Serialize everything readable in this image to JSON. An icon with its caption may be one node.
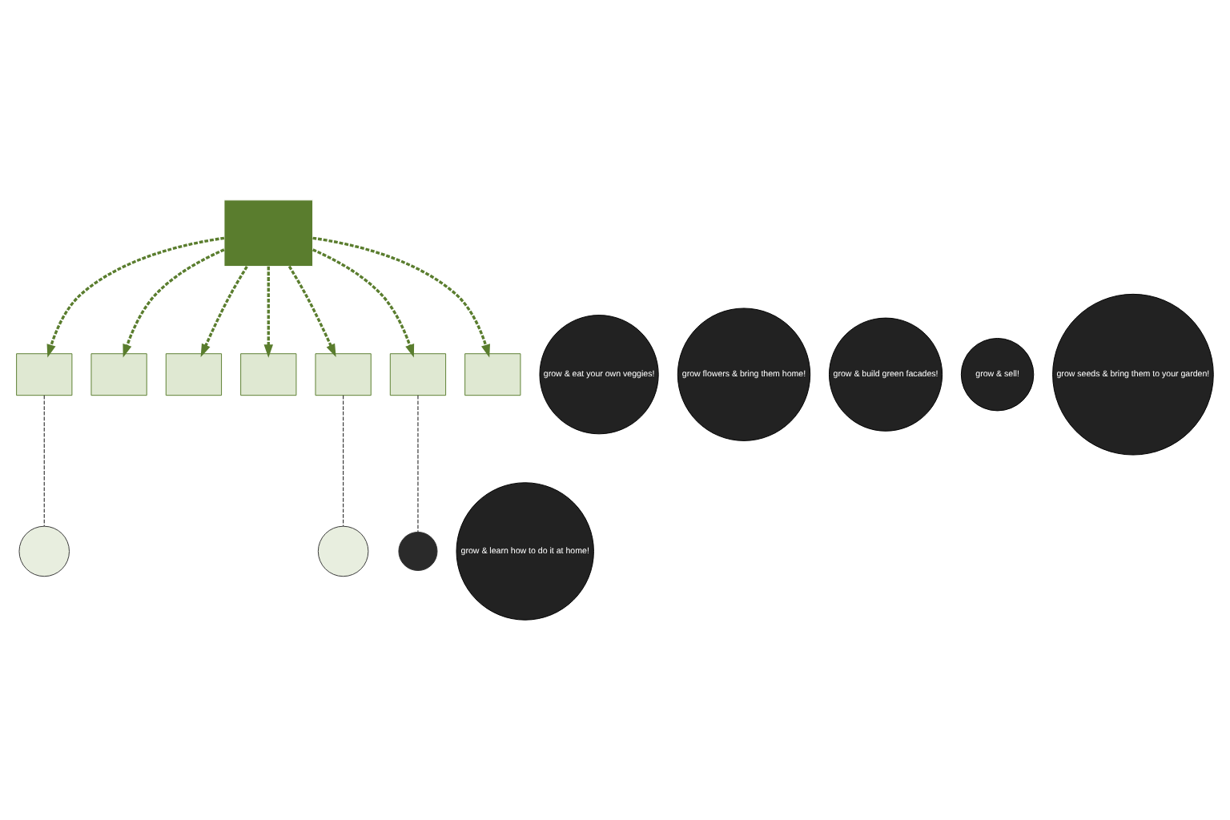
{
  "diagram": {
    "nodes": [
      {
        "text": [],
        "shape": "box"
      },
      {
        "text": [],
        "shape": "box"
      },
      {
        "text": [],
        "shape": "box"
      },
      {
        "text": [],
        "shape": "box"
      },
      {
        "text": [],
        "shape": "box"
      },
      {
        "text": [],
        "shape": "box"
      },
      {
        "text": [],
        "shape": "box"
      },
      {
        "text": [],
        "shape": "box"
      },
      {
        "text": [],
        "shape": "circle"
      },
      {
        "text": [],
        "shape": "circle"
      },
      {
        "text": [],
        "shape": "circle"
      },
      {
        "text": [
          "grow & eat your own veggies!"
        ]
      },
      {
        "text": [
          "grow flowers & bring them home!"
        ]
      },
      {
        "text": [
          "grow & build green facades!"
        ]
      },
      {
        "text": [
          "grow & sell!"
        ]
      },
      {
        "text": [
          "grow seeds & bring them to your garden!"
        ]
      },
      {
        "text": [
          "grow & learn how to do it at home!"
        ]
      }
    ],
    "edges": [
      {
        "from": 0,
        "to": 1,
        "arrow": "to",
        "style": "dashed"
      },
      {
        "from": 0,
        "to": 2,
        "arrow": "to",
        "style": "dashed"
      },
      {
        "from": 0,
        "to": 3,
        "arrow": "to",
        "style": "dashed"
      },
      {
        "from": 0,
        "to": 4,
        "arrow": "to",
        "style": "dashed"
      },
      {
        "from": 0,
        "to": 5,
        "arrow": "to",
        "style": "dashed"
      },
      {
        "from": 0,
        "to": 6,
        "arrow": "to",
        "style": "dashed"
      },
      {
        "from": 0,
        "to": 7,
        "arrow": "to",
        "style": "dashed"
      },
      {
        "from": 1,
        "to": 8,
        "arrow": "none",
        "style": "dashed",
        "color": "#333333"
      },
      {
        "from": 5,
        "to": 9,
        "arrow": "none",
        "style": "dashed",
        "color": "#333333"
      },
      {
        "from": 6,
        "to": 10,
        "arrow": "none",
        "style": "dashed",
        "color": "#333333"
      }
    ]
  }
}
